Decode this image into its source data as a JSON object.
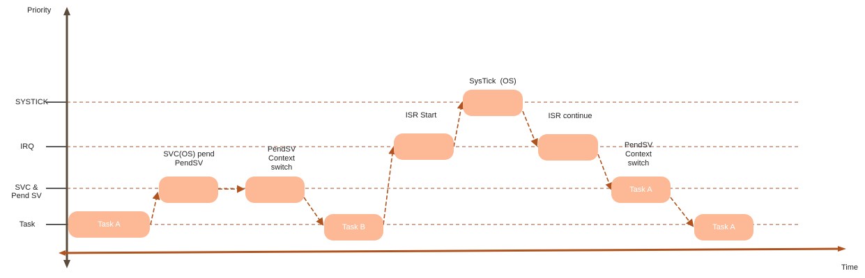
{
  "axes": {
    "y_label": "Priority",
    "x_label": "Time",
    "axis_color_y": "#5b4b3a",
    "axis_color_x": "#b0531e"
  },
  "levels": [
    {
      "id": "systick",
      "label": "SYSTICK"
    },
    {
      "id": "irq",
      "label": "IRQ"
    },
    {
      "id": "svc",
      "label": "SVC & Pend SV"
    },
    {
      "id": "task",
      "label": "Task"
    }
  ],
  "blocks": [
    {
      "id": "b1",
      "label": "Task A",
      "level": "task"
    },
    {
      "id": "b2",
      "label": "",
      "level": "svc"
    },
    {
      "id": "b3",
      "label": "",
      "level": "svc"
    },
    {
      "id": "b4",
      "label": "Task B",
      "level": "task"
    },
    {
      "id": "b5",
      "label": "",
      "level": "irq"
    },
    {
      "id": "b6",
      "label": "",
      "level": "systick"
    },
    {
      "id": "b7",
      "label": "",
      "level": "irq"
    },
    {
      "id": "b8",
      "label": "Task A",
      "level": "svc"
    },
    {
      "id": "b9",
      "label": "Task A",
      "level": "task"
    }
  ],
  "annotations": {
    "svc_pend": "SVC(OS) pend PendSV",
    "pendsv_1": "PendSV Context switch",
    "isr_start": "ISR Start",
    "systick_os": "SysTick  (OS)",
    "isr_continue": "ISR continue",
    "pendsv_2": "PendSV Context switch"
  },
  "colors": {
    "block_fill": "#fdb896",
    "block_text": "#ffffff",
    "guide_line": "#a0522d",
    "arrow": "#b0531e"
  }
}
